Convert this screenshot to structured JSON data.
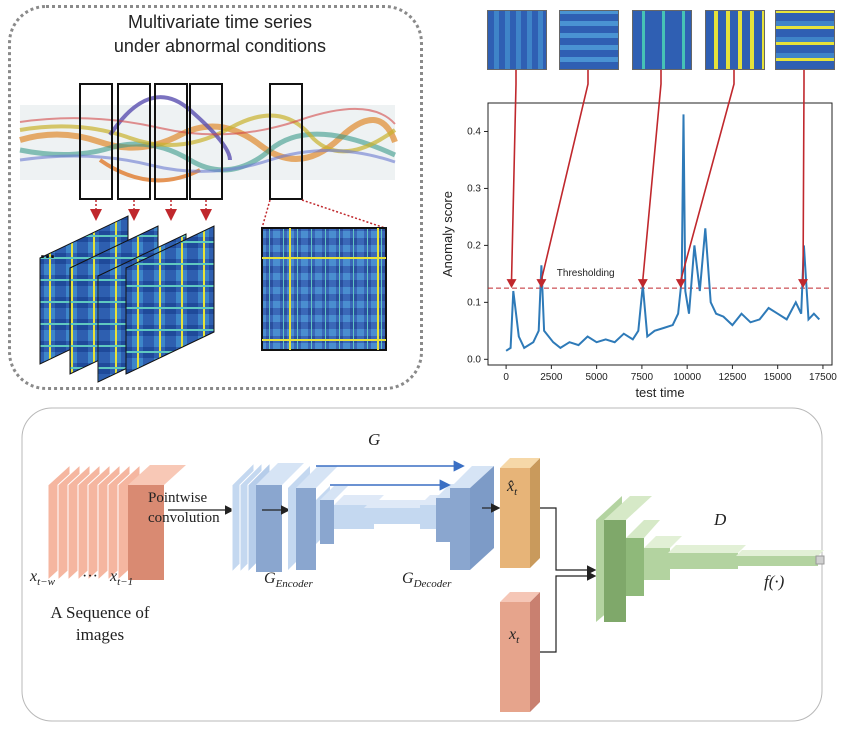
{
  "top_left": {
    "title_line1": "Multivariate time series",
    "title_line2": "under abnormal conditions",
    "ellipsis": "..."
  },
  "chart_data": {
    "type": "line",
    "xlabel": "test time",
    "ylabel": "Anomaly score",
    "xlim": [
      -1000,
      18000
    ],
    "ylim": [
      -0.01,
      0.45
    ],
    "xticks": [
      0,
      2500,
      5000,
      7500,
      10000,
      12500,
      15000,
      17500
    ],
    "yticks": [
      0.0,
      0.1,
      0.2,
      0.3,
      0.4
    ],
    "threshold": 0.125,
    "threshold_label": "Thresholding",
    "x": [
      0,
      250,
      400,
      700,
      1000,
      1500,
      1800,
      1950,
      2100,
      2600,
      3000,
      3500,
      4000,
      4500,
      5000,
      5500,
      6000,
      6500,
      7000,
      7300,
      7550,
      7800,
      8200,
      8700,
      9200,
      9500,
      9700,
      9800,
      9900,
      10100,
      10400,
      10700,
      11000,
      11300,
      11600,
      12000,
      12500,
      13000,
      13500,
      14000,
      14500,
      15000,
      15500,
      16000,
      16300,
      16450,
      16700,
      17000,
      17300
    ],
    "y": [
      0.015,
      0.02,
      0.12,
      0.04,
      0.02,
      0.03,
      0.05,
      0.165,
      0.05,
      0.03,
      0.02,
      0.03,
      0.025,
      0.04,
      0.03,
      0.035,
      0.03,
      0.045,
      0.035,
      0.05,
      0.13,
      0.04,
      0.05,
      0.055,
      0.06,
      0.08,
      0.14,
      0.43,
      0.12,
      0.08,
      0.2,
      0.12,
      0.23,
      0.1,
      0.08,
      0.075,
      0.06,
      0.08,
      0.065,
      0.07,
      0.09,
      0.08,
      0.07,
      0.1,
      0.08,
      0.2,
      0.07,
      0.08,
      0.07
    ],
    "markers_x": [
      300,
      1950,
      7550,
      9650,
      16400
    ],
    "heatmap_count": 5
  },
  "diagram": {
    "g_label": "G",
    "g_encoder_main": "G",
    "g_encoder_sub": "Encoder",
    "g_decoder_main": "G",
    "g_decoder_sub": "Decoder",
    "pointwise_line1": "Pointwise",
    "pointwise_line2": "convolution",
    "seq_label_line1": "A Sequence of",
    "seq_label_line2": "images",
    "x_tw_main": "x",
    "x_tw_sub": "t−w",
    "dots": "···",
    "x_t1_main": "x",
    "x_t1_sub": "t−1",
    "xhat_main": "x̂",
    "xhat_sub": "t",
    "xt_main": "x",
    "xt_sub": "t",
    "d_label": "D",
    "f_label": "f(·)"
  },
  "colors": {
    "red_arrow": "#c0282d",
    "line_blue": "#2e7ab8",
    "salmon": "#f2a58e",
    "blue_layer": "#a9c4e6",
    "green_layer": "#b3d3a0",
    "orange_xhat": "#f5c98c"
  }
}
